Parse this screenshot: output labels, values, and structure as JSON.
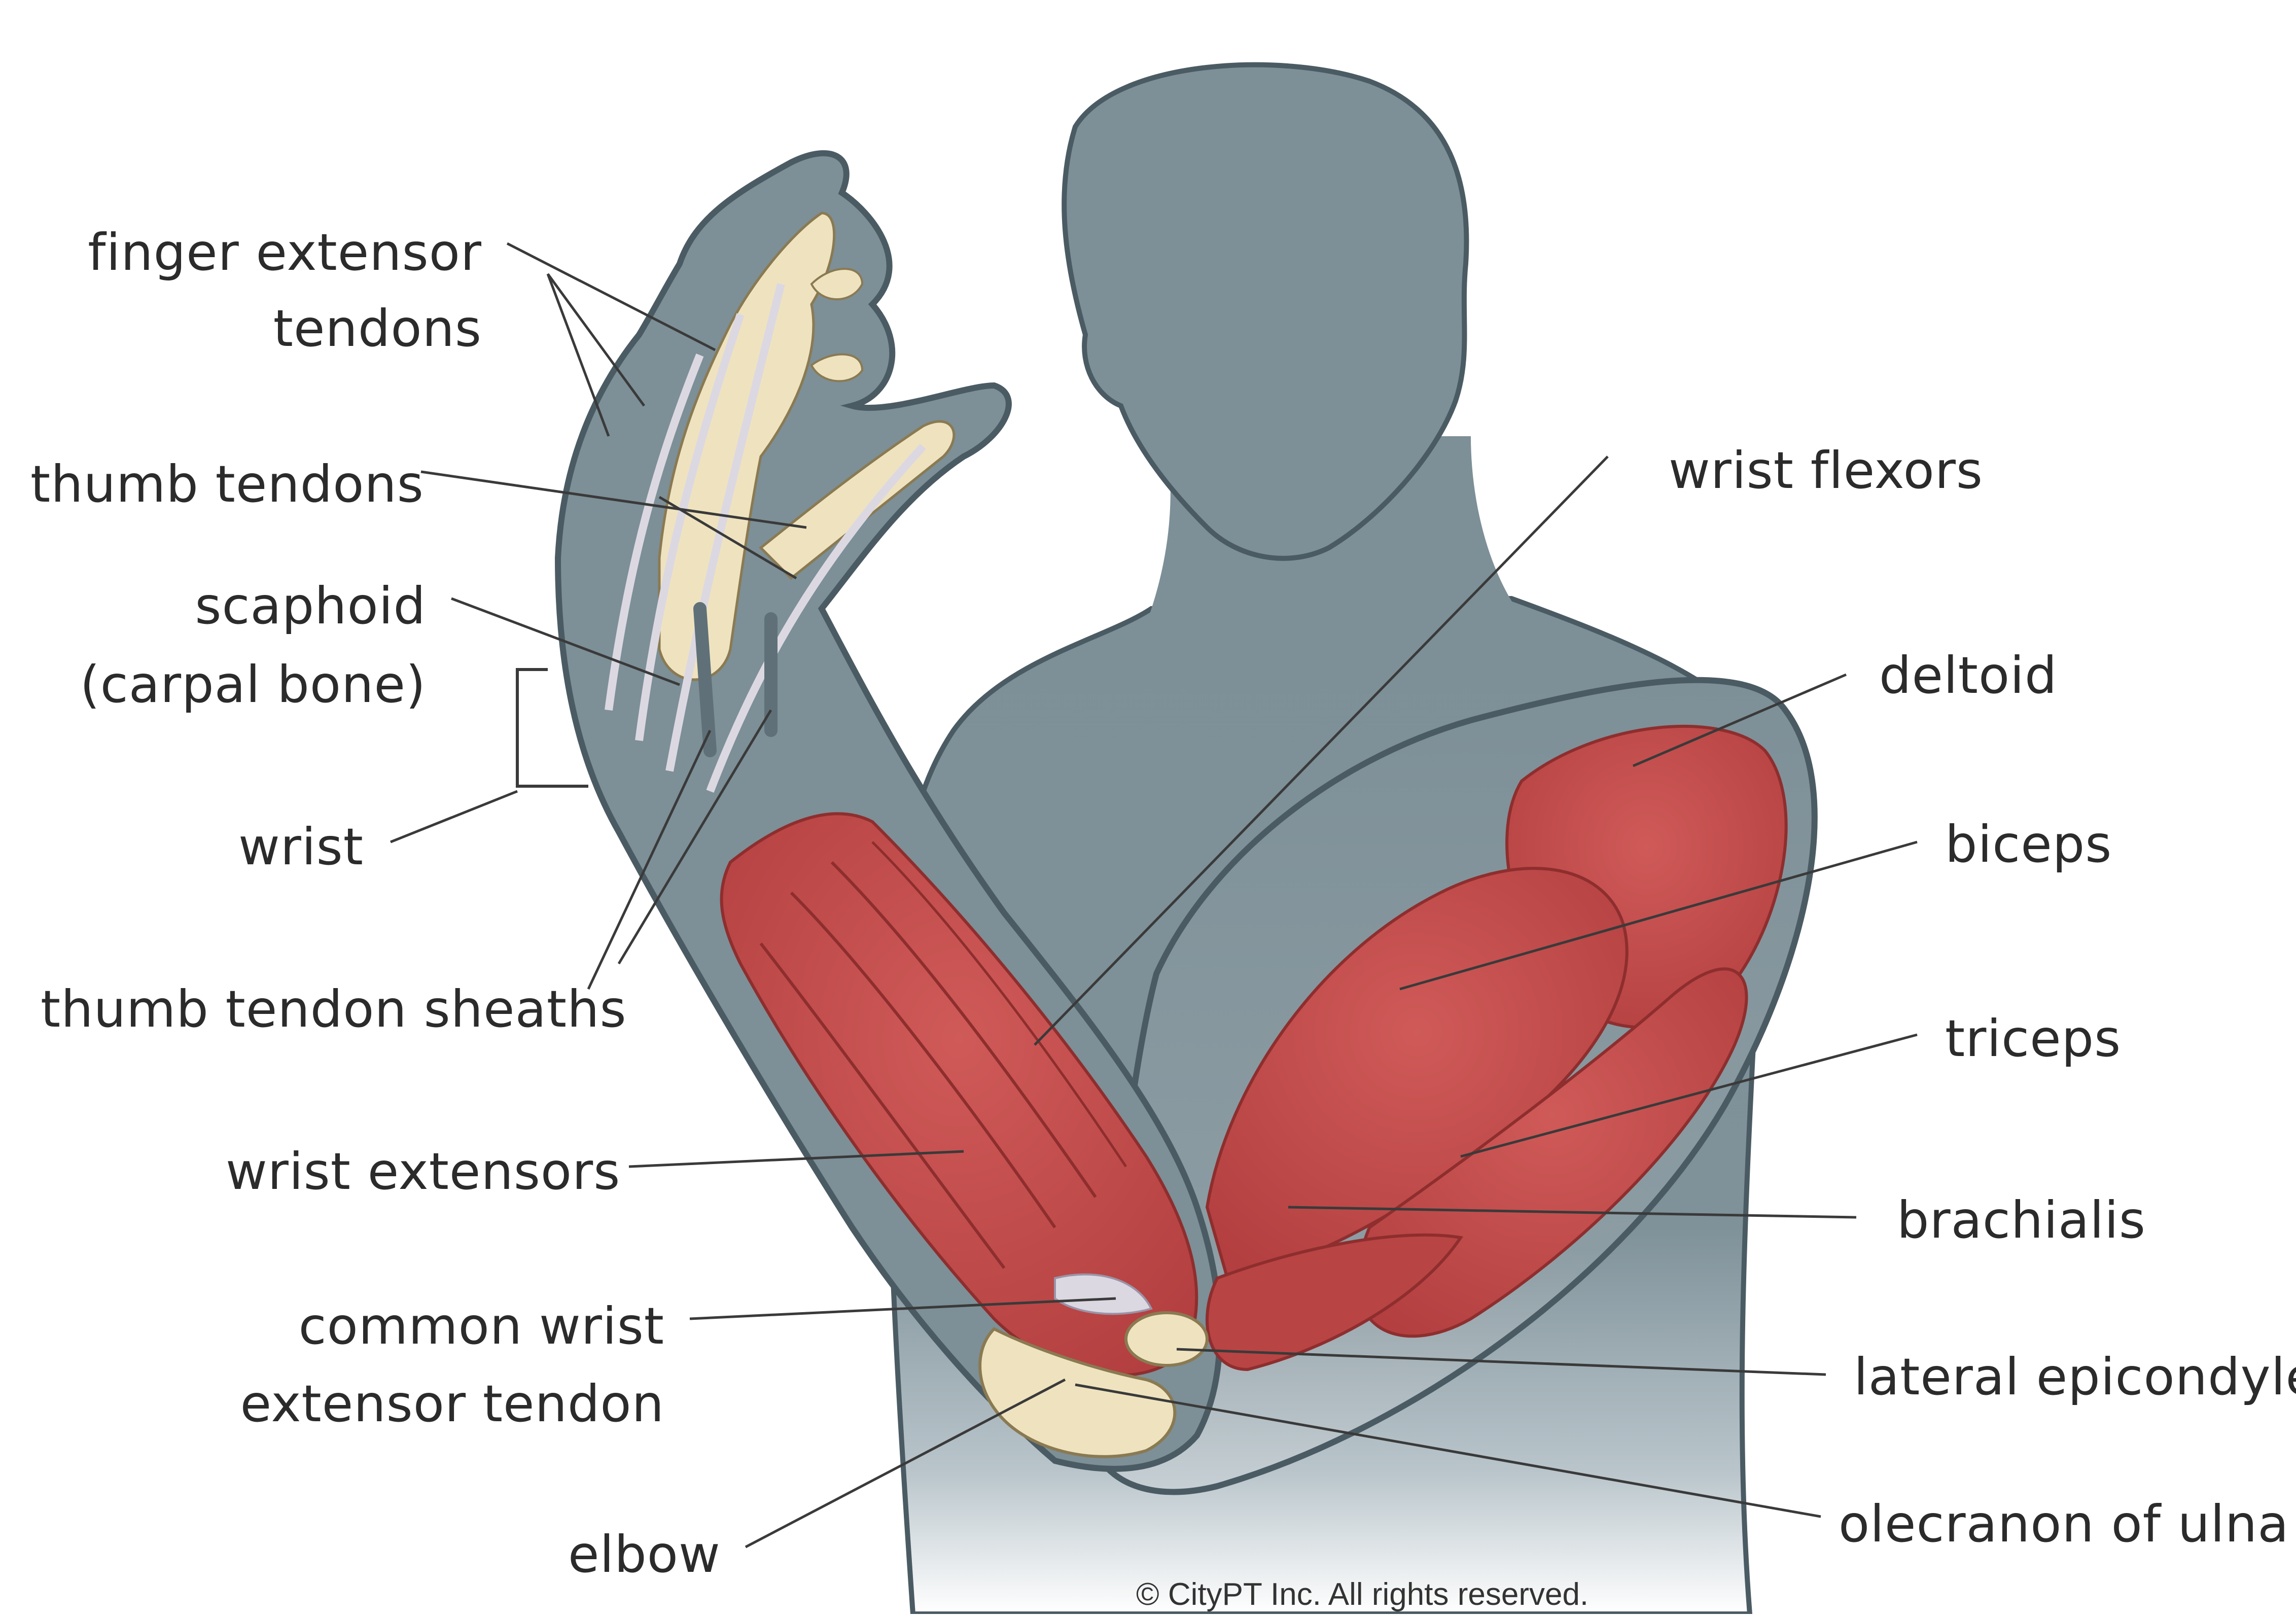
{
  "labels": {
    "finger_extensor_line1": "finger extensor",
    "finger_extensor_line2": "tendons",
    "thumb_tendons": "thumb tendons",
    "scaphoid_line1": "scaphoid",
    "scaphoid_line2": "(carpal bone)",
    "wrist": "wrist",
    "thumb_tendon_sheaths": "thumb tendon sheaths",
    "wrist_extensors": "wrist extensors",
    "common_wrist_line1": "common wrist",
    "common_wrist_line2": "extensor tendon",
    "elbow": "elbow",
    "wrist_flexors": "wrist flexors",
    "deltoid": "deltoid",
    "biceps": "biceps",
    "triceps": "triceps",
    "brachialis": "brachialis",
    "lateral_epicondyle": "lateral epicondyle",
    "olecranon": "olecranon of ulna"
  },
  "credit": "© CityPT Inc. All rights reserved.",
  "colors": {
    "body": "#7d8f97",
    "body_outline": "#4b5b63",
    "muscle": "#c34b4b",
    "muscle_dark": "#9e3434",
    "bone": "#efe3bf",
    "tendon": "#dcd8e2",
    "leader": "#3a3a3a"
  }
}
